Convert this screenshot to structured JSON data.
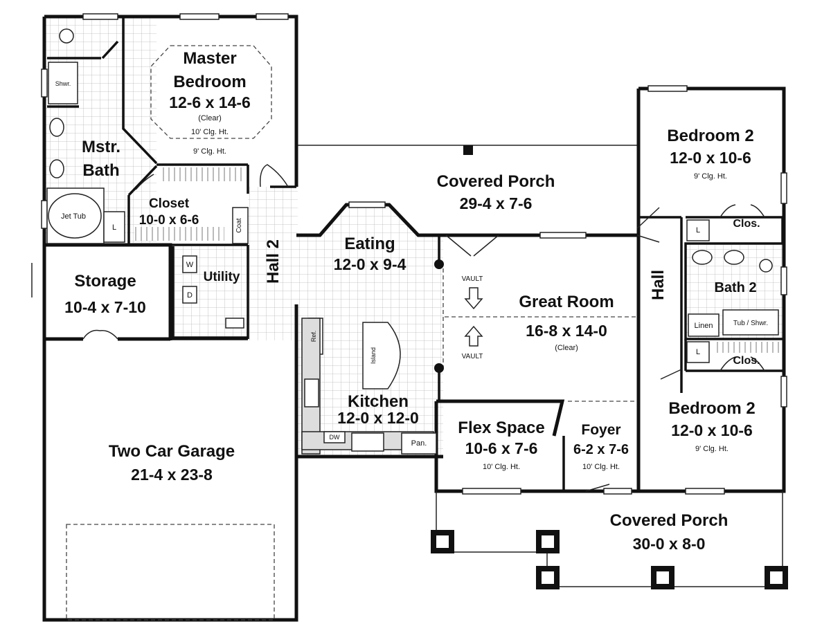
{
  "rooms": {
    "master_bedroom": {
      "name_line1": "Master",
      "name_line2": "Bedroom",
      "dims": "12-6 x 14-6",
      "note": "(Clear)",
      "ceiling_inner": "10' Clg. Ht.",
      "ceiling_outer": "9' Clg. Ht."
    },
    "master_bath": {
      "name_line1": "Mstr.",
      "name_line2": "Bath"
    },
    "closet": {
      "name": "Closet",
      "dims": "10-0 x 6-6"
    },
    "storage": {
      "name": "Storage",
      "dims": "10-4 x 7-10"
    },
    "utility": {
      "name": "Utility"
    },
    "hall_2": {
      "name": "Hall 2"
    },
    "eating": {
      "name": "Eating",
      "dims": "12-0 x 9-4"
    },
    "covered_porch_rear": {
      "name": "Covered Porch",
      "dims": "29-4 x 7-6"
    },
    "great_room": {
      "name": "Great Room",
      "dims": "16-8 x 14-0",
      "note": "(Clear)"
    },
    "kitchen": {
      "name": "Kitchen",
      "dims": "12-0 x 12-0"
    },
    "flex_space": {
      "name": "Flex Space",
      "dims": "10-6 x 7-6",
      "ceiling": "10' Clg. Ht."
    },
    "foyer": {
      "name": "Foyer",
      "dims": "6-2 x 7-6",
      "ceiling": "10' Clg. Ht."
    },
    "bedroom_2_top": {
      "name": "Bedroom 2",
      "dims": "12-0 x 10-6",
      "ceiling": "9' Clg. Ht."
    },
    "bedroom_2_bottom": {
      "name": "Bedroom 2",
      "dims": "12-0 x 10-6",
      "ceiling": "9' Clg. Ht."
    },
    "bath_2": {
      "name": "Bath 2"
    },
    "hall": {
      "name": "Hall"
    },
    "garage": {
      "name": "Two Car Garage",
      "dims": "21-4 x 23-8"
    },
    "covered_porch_front": {
      "name": "Covered Porch",
      "dims": "30-0 x 8-0"
    }
  },
  "fixtures": {
    "shower": "Shwr.",
    "jet_tub": "Jet Tub",
    "linen_small": "L",
    "coat": "Coat",
    "washer": "W",
    "dryer": "D",
    "refrigerator": "Ref.",
    "island": "Island",
    "dishwasher": "DW",
    "pantry": "Pan.",
    "clos_top": "Clos.",
    "clos_bottom": "Clos.",
    "linen": "Linen",
    "tub_shower": "Tub / Shwr.",
    "vault_top": "VAULT",
    "vault_bottom": "VAULT"
  }
}
